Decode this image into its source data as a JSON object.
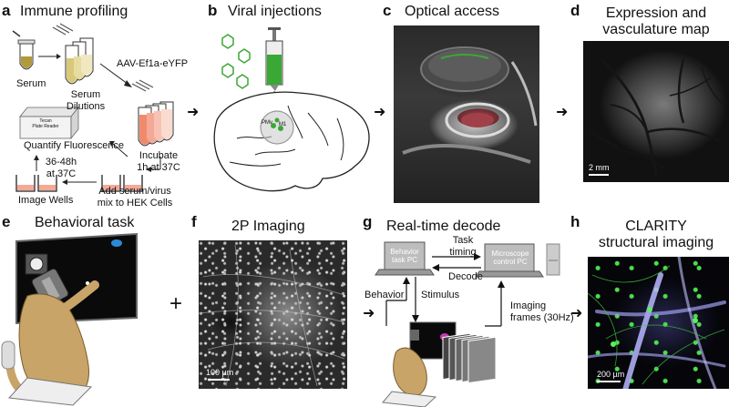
{
  "panels": {
    "a": {
      "letter": "a",
      "title": "Immune profiling",
      "serum": "Serum",
      "serum_dilutions": "Serum\nDilutions",
      "virus": "AAV-Ef1a-eYFP",
      "plate_reader": "Tecan\nPlate Reader",
      "quantify": "Quantify Fluorescence",
      "incubate": "Incubate\n1h at 37C",
      "time_36_48": "36-48h\nat 37C",
      "image_wells": "Image Wells",
      "add_serum": "Add serum/virus\nmix to HEK Cells"
    },
    "b": {
      "letter": "b",
      "title": "Viral injections",
      "pmv": "PMv",
      "m1": "M1"
    },
    "c": {
      "letter": "c",
      "title": "Optical access"
    },
    "d": {
      "letter": "d",
      "title": "Expression and\nvasculature map",
      "scale": "2 mm"
    },
    "e": {
      "letter": "e",
      "title": "Behavioral task"
    },
    "f": {
      "letter": "f",
      "title": "2P Imaging",
      "scale": "100 µm"
    },
    "g": {
      "letter": "g",
      "title": "Real-time decode",
      "behavior_pc": "Behavior\ntask PC",
      "microscope_pc": "Microscope\ncontrol PC",
      "task_timing": "Task\ntiming",
      "decode": "Decode",
      "behavior": "Behavior",
      "stimulus": "Stimulus",
      "imaging_frames": "Imaging\nframes (30Hz)"
    },
    "h": {
      "letter": "h",
      "title": "CLARITY\nstructural imaging",
      "scale": "200 µm"
    }
  },
  "symbols": {
    "plus": "+",
    "arrow": "➜"
  },
  "colors": {
    "tube_yellow": "#e8d98a",
    "tube_pink": "#f4a995",
    "green": "#3aa835",
    "fur": "#c9a468"
  }
}
